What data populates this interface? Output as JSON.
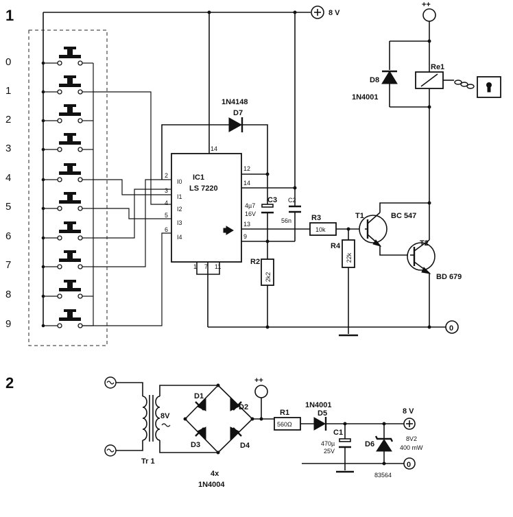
{
  "fig1": {
    "number": "1",
    "supply": "8 V",
    "ground": "0",
    "plusplus": "++",
    "keys": [
      "0",
      "1",
      "2",
      "3",
      "4",
      "5",
      "6",
      "7",
      "8",
      "9"
    ],
    "ic": {
      "ref": "IC1",
      "part": "LS 7220",
      "inputs": [
        "I0",
        "I1",
        "I2",
        "I3",
        "I4"
      ],
      "pins": {
        "p14a": "14",
        "p12": "12",
        "p14b": "14",
        "p13": "13",
        "p9": "9",
        "p2": "2",
        "p3": "3",
        "p4": "4",
        "p5": "5",
        "p6": "6",
        "p1": "1",
        "p7": "7",
        "p11": "11"
      }
    },
    "d7": {
      "ref": "D7",
      "part": "1N4148"
    },
    "d8": {
      "ref": "D8",
      "part": "1N4001"
    },
    "relay": "Re1",
    "c3": {
      "ref": "C3",
      "value": "4µ7",
      "voltage": "16V"
    },
    "c2": {
      "ref": "C2",
      "value": "56n"
    },
    "r3": {
      "ref": "R3",
      "value": "10k"
    },
    "r4": {
      "ref": "R4",
      "value": "22k"
    },
    "r2": {
      "ref": "R2",
      "value": "2k2"
    },
    "t1": {
      "ref": "T1",
      "part": "BC 547"
    },
    "t2": {
      "ref": "T2",
      "part": "BD 679"
    }
  },
  "fig2": {
    "number": "2",
    "tr": {
      "ref": "Tr 1",
      "voltage": "8V"
    },
    "diodes": [
      "D1",
      "D2",
      "D3",
      "D4"
    ],
    "bridge": {
      "count": "4x",
      "part": "1N4004"
    },
    "plusplus": "++",
    "r1": {
      "ref": "R1",
      "value": "560Ω"
    },
    "d5": {
      "ref": "D5",
      "part": "1N4001"
    },
    "c1": {
      "ref": "C1",
      "value": "470µ",
      "voltage": "25V"
    },
    "d6": {
      "ref": "D6",
      "value": "8V2",
      "power": "400 mW"
    },
    "supply": "8 V",
    "ground": "0",
    "code": "83564"
  }
}
